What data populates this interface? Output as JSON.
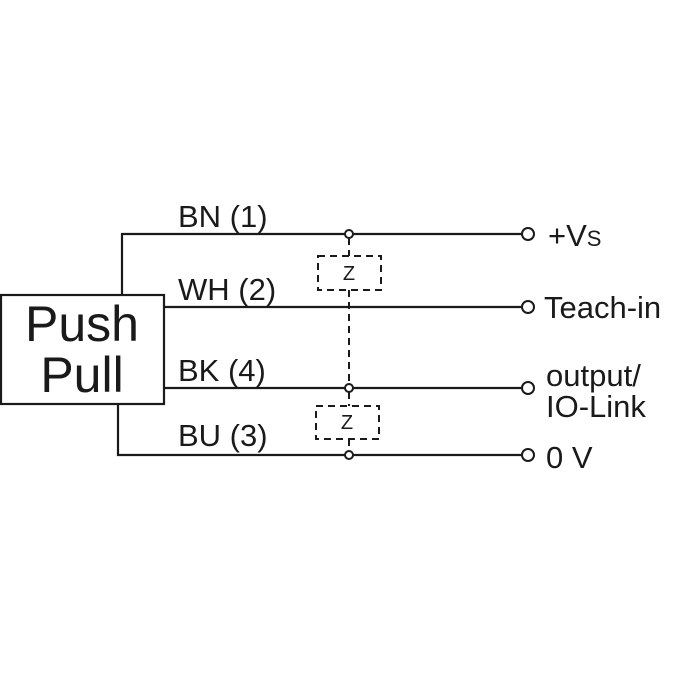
{
  "block": {
    "line1": "Push",
    "line2": "Pull"
  },
  "wires": [
    {
      "code": "BN (1)",
      "terminal": "+V",
      "terminal_subscript": "S"
    },
    {
      "code": "WH (2)",
      "terminal": "Teach-in"
    },
    {
      "code": "BK (4)",
      "terminal_line1": "output/",
      "terminal_line2": "IO-Link"
    },
    {
      "code": "BU (3)",
      "terminal": "0 V"
    }
  ],
  "loads": [
    {
      "label": "Z"
    },
    {
      "label": "Z"
    }
  ]
}
